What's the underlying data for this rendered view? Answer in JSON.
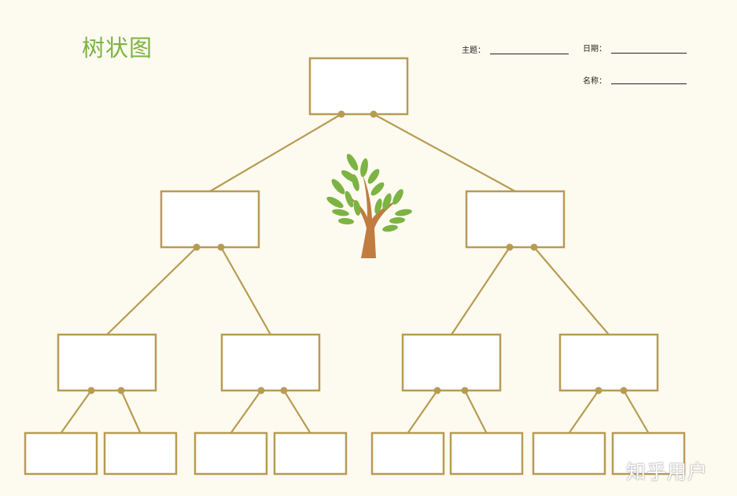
{
  "title": "树状图",
  "fields": {
    "subject_label": "主题：",
    "date_label": "日期：",
    "name_label": "名称："
  },
  "watermark": "知乎用户",
  "colors": {
    "title": "#7cb342",
    "border": "#b89b52",
    "box_fill": "#ffffff",
    "background": "#fdfbf0",
    "trunk": "#c17c40",
    "leaf": "#7cb342"
  },
  "icons": [
    "tree-icon"
  ],
  "nodes": [
    {
      "id": "root",
      "label": ""
    },
    {
      "id": "l1-left",
      "label": ""
    },
    {
      "id": "l1-right",
      "label": ""
    },
    {
      "id": "l2-1",
      "label": ""
    },
    {
      "id": "l2-2",
      "label": ""
    },
    {
      "id": "l2-3",
      "label": ""
    },
    {
      "id": "l2-4",
      "label": ""
    },
    {
      "id": "l3-1",
      "label": ""
    },
    {
      "id": "l3-2",
      "label": ""
    },
    {
      "id": "l3-3",
      "label": ""
    },
    {
      "id": "l3-4",
      "label": ""
    },
    {
      "id": "l3-5",
      "label": ""
    },
    {
      "id": "l3-6",
      "label": ""
    },
    {
      "id": "l3-7",
      "label": ""
    },
    {
      "id": "l3-8",
      "label": ""
    }
  ],
  "edges": [
    [
      "root",
      "l1-left"
    ],
    [
      "root",
      "l1-right"
    ],
    [
      "l1-left",
      "l2-1"
    ],
    [
      "l1-left",
      "l2-2"
    ],
    [
      "l1-right",
      "l2-3"
    ],
    [
      "l1-right",
      "l2-4"
    ],
    [
      "l2-1",
      "l3-1"
    ],
    [
      "l2-1",
      "l3-2"
    ],
    [
      "l2-2",
      "l3-3"
    ],
    [
      "l2-2",
      "l3-4"
    ],
    [
      "l2-3",
      "l3-5"
    ],
    [
      "l2-3",
      "l3-6"
    ],
    [
      "l2-4",
      "l3-7"
    ],
    [
      "l2-4",
      "l3-8"
    ]
  ]
}
